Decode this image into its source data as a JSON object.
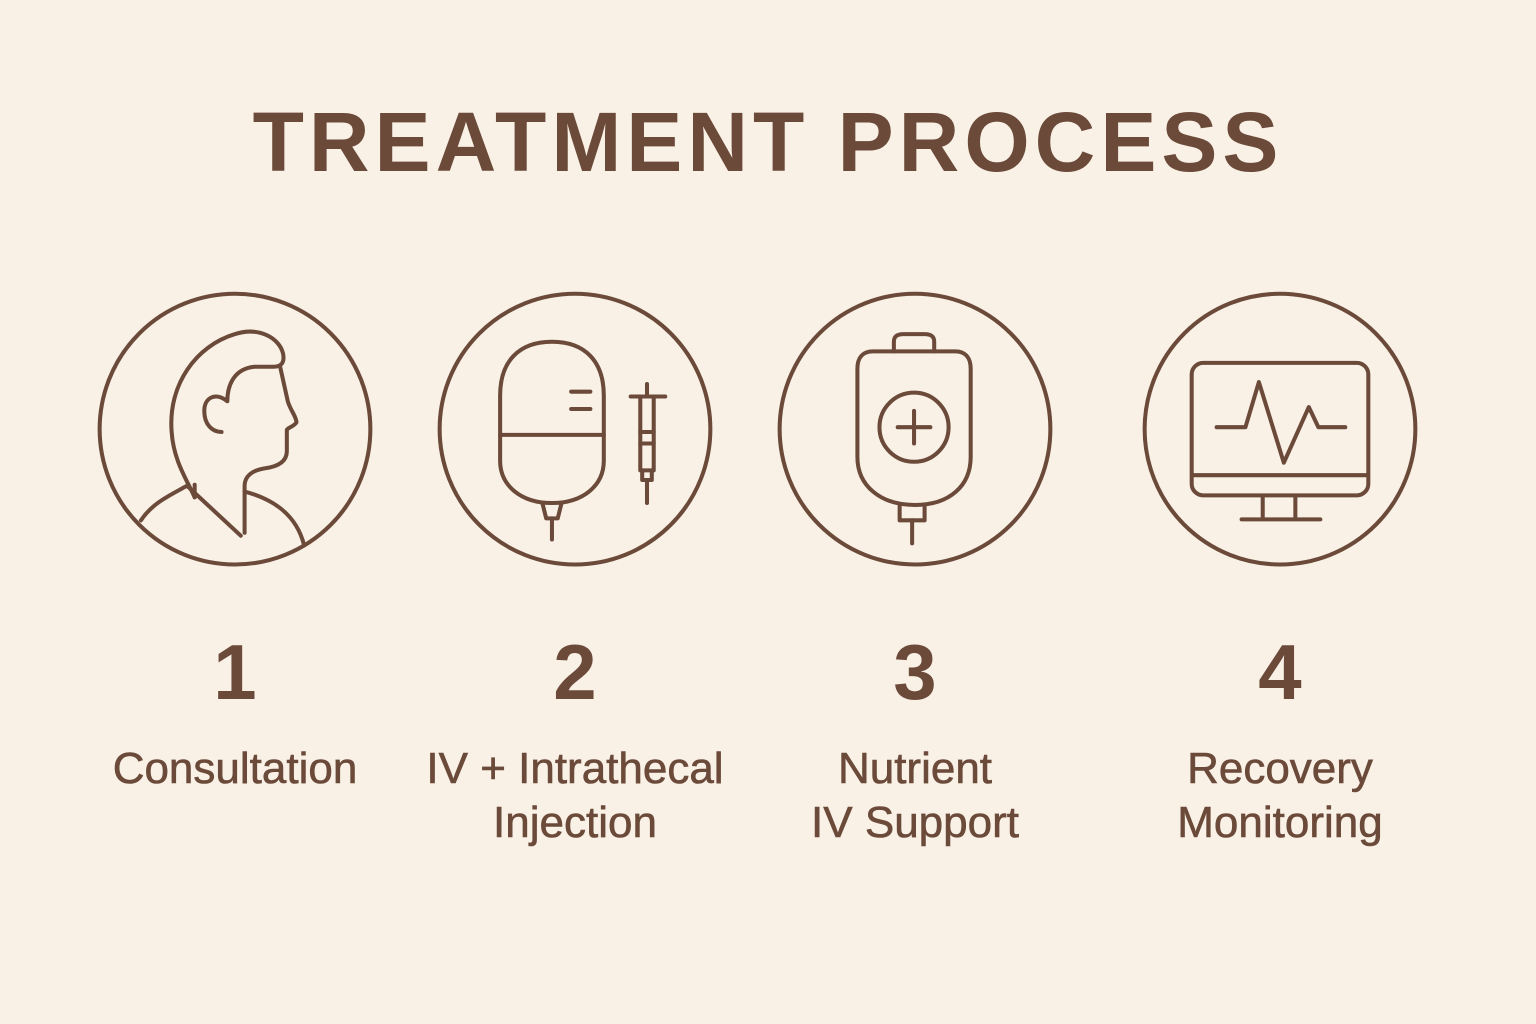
{
  "title": "TREATMENT PROCESS",
  "colors": {
    "background": "#f9f0e6",
    "ink": "#6b4a3a"
  },
  "steps": [
    {
      "number": "1",
      "icon": "person-profile-icon",
      "label_lines": [
        "Consultation"
      ]
    },
    {
      "number": "2",
      "icon": "iv-bag-syringe-icon",
      "label_lines": [
        "IV + Intrathecal",
        "Injection"
      ]
    },
    {
      "number": "3",
      "icon": "iv-bag-plus-icon",
      "label_lines": [
        "Nutrient",
        "IV Support"
      ]
    },
    {
      "number": "4",
      "icon": "heart-monitor-icon",
      "label_lines": [
        "Recovery",
        "Monitoring"
      ]
    }
  ]
}
